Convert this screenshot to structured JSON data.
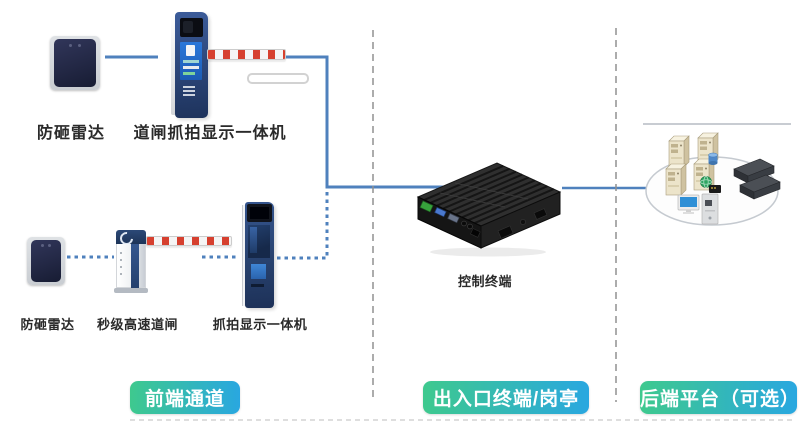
{
  "sections": {
    "front": {
      "badge_label": "前端通道"
    },
    "terminal": {
      "badge_label": "出入口终端/岗亭"
    },
    "backend": {
      "badge_label": "后端平台（可选）"
    }
  },
  "devices": {
    "radar_top": {
      "label": "防砸雷达",
      "icon": "radar-device-icon"
    },
    "gate_camera_top": {
      "label": "道闸抓拍显示一体机",
      "icon": "barrier-camera-kiosk-icon"
    },
    "radar_bottom": {
      "label": "防砸雷达",
      "icon": "radar-device-icon"
    },
    "speed_gate_bottom": {
      "label": "秒级高速道闸",
      "icon": "high-speed-barrier-gate-icon"
    },
    "capture_display_bottom": {
      "label": "抓拍显示一体机",
      "icon": "capture-display-kiosk-icon"
    },
    "control_terminal": {
      "label": "控制终端",
      "icon": "industrial-control-box-icon"
    },
    "backend_platform": {
      "icon": "server-cluster-icon"
    }
  },
  "colors": {
    "connector_blue": "#4f81bd",
    "divider_gray": "#909090",
    "badge_gradient_start": "#3ec98e",
    "badge_gradient_end": "#29a7e0",
    "badge_text": "#ffffff",
    "label_text": "#2a2a2a",
    "barrier_red": "#d6402f",
    "kiosk_blue": "#2b4578"
  }
}
